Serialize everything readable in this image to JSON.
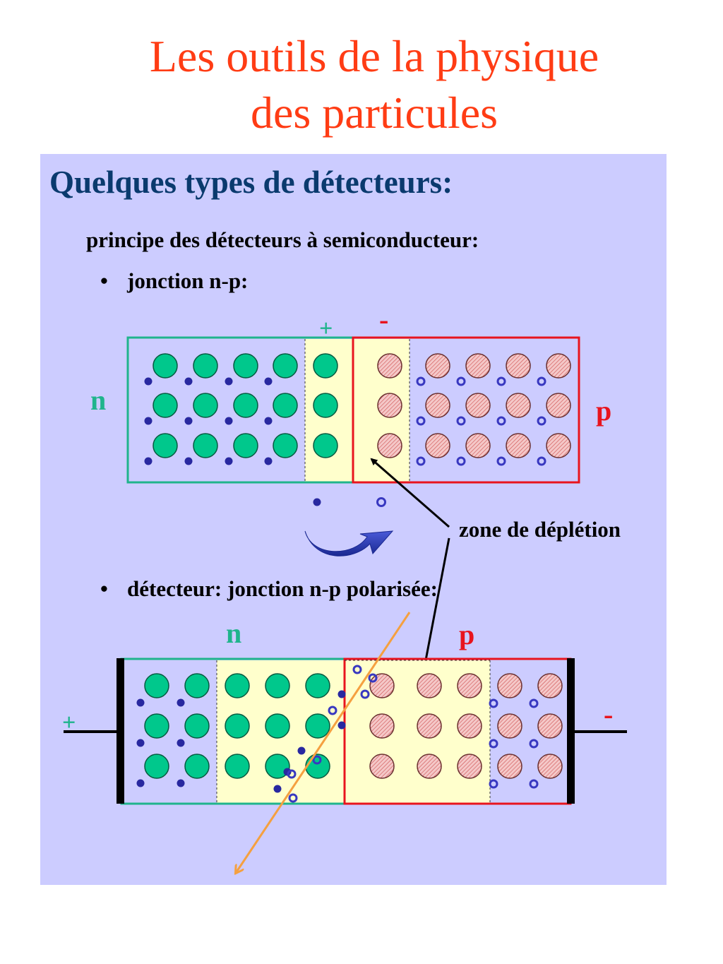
{
  "title": {
    "line1": "Les outils de la physique",
    "line2": "des particules"
  },
  "heading": "Quelques types de détecteurs:",
  "subheading": "principe des détecteurs à semiconducteur:",
  "bullets": {
    "b1": "jonction n-p:",
    "b2": "détecteur: jonction n-p polarisée:"
  },
  "bullet_symbol": "•",
  "diagram1": {
    "label_n": "n",
    "label_p": "p",
    "sign_plus": "+",
    "sign_minus": "-",
    "annotation": "zone de déplétion"
  },
  "diagram2": {
    "label_n": "n",
    "label_p": "p",
    "sign_plus": "+",
    "sign_minus": "-"
  },
  "colors": {
    "title": "#ff3c14",
    "heading": "#0a3a6e",
    "panel": "#ccccff",
    "n_region": "#1fb48c",
    "p_region": "#e8141e",
    "depletion": "#ffffcc",
    "donor": "#00c88c",
    "acceptor": "#f0b4b4",
    "carrier": "#2828a0",
    "particle_track": "#f5a040"
  }
}
